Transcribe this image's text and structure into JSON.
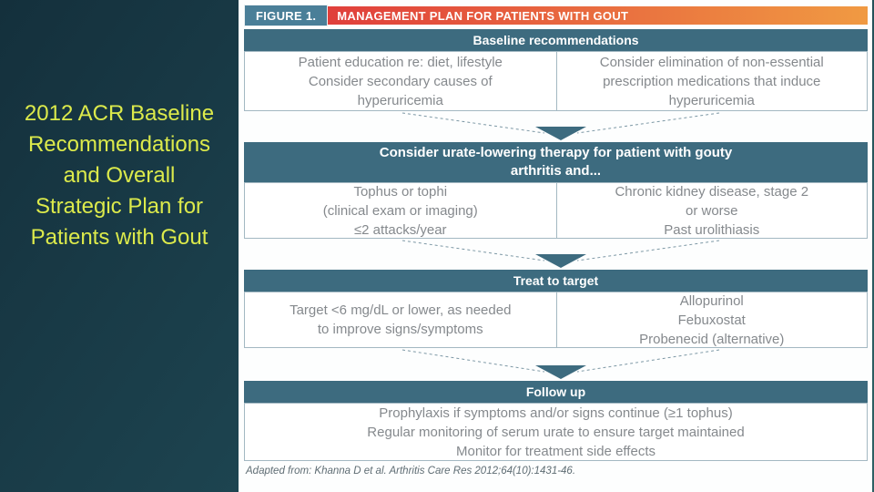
{
  "sidebar": {
    "title_lines": [
      "2012 ACR Baseline",
      "Recommendations",
      "and Overall",
      "Strategic Plan for",
      "Patients with Gout"
    ]
  },
  "figure": {
    "label": "FIGURE 1.",
    "title": "MANAGEMENT PLAN FOR PATIENTS WITH GOUT",
    "baseline": {
      "header": "Baseline recommendations",
      "left_lines": [
        "Patient education re: diet, lifestyle",
        "Consider secondary causes of",
        "hyperuricemia"
      ],
      "right_lines": [
        "Consider elimination of non-essential",
        "prescription medications that induce",
        "hyperuricemia"
      ]
    },
    "ult": {
      "header_line1": "Consider urate-lowering therapy for patient with gouty",
      "header_line2": "arthritis and...",
      "left_lines": [
        "Tophus or tophi",
        "(clinical exam or imaging)",
        "≤2 attacks/year"
      ],
      "right_lines": [
        "Chronic kidney disease, stage 2",
        "or worse",
        "Past urolithiasis"
      ]
    },
    "treat": {
      "header": "Treat to target",
      "left_lines": [
        "Target <6 mg/dL or lower, as needed",
        "to improve signs/symptoms"
      ],
      "right_lines": [
        "Allopurinol",
        "Febuxostat",
        "Probenecid (alternative)"
      ]
    },
    "followup": {
      "header": "Follow up",
      "lines": [
        "Prophylaxis if symptoms and/or signs continue (≥1 tophus)",
        "Regular monitoring of serum urate to ensure target maintained",
        "Monitor for treatment side effects"
      ]
    },
    "citation": "Adapted from:  Khanna D et al. Arthritis Care Res 2012;64(10):1431-46."
  },
  "colors": {
    "sidebar_text": "#dcea4b",
    "section_bar_teal": "#3d6b7f",
    "figure_label_bg": "#4a7f98",
    "title_gradient_left": "#e03f3b",
    "title_gradient_right": "#f09a42",
    "box_border": "#a3b8c2",
    "body_text_gray": "#85898d"
  }
}
